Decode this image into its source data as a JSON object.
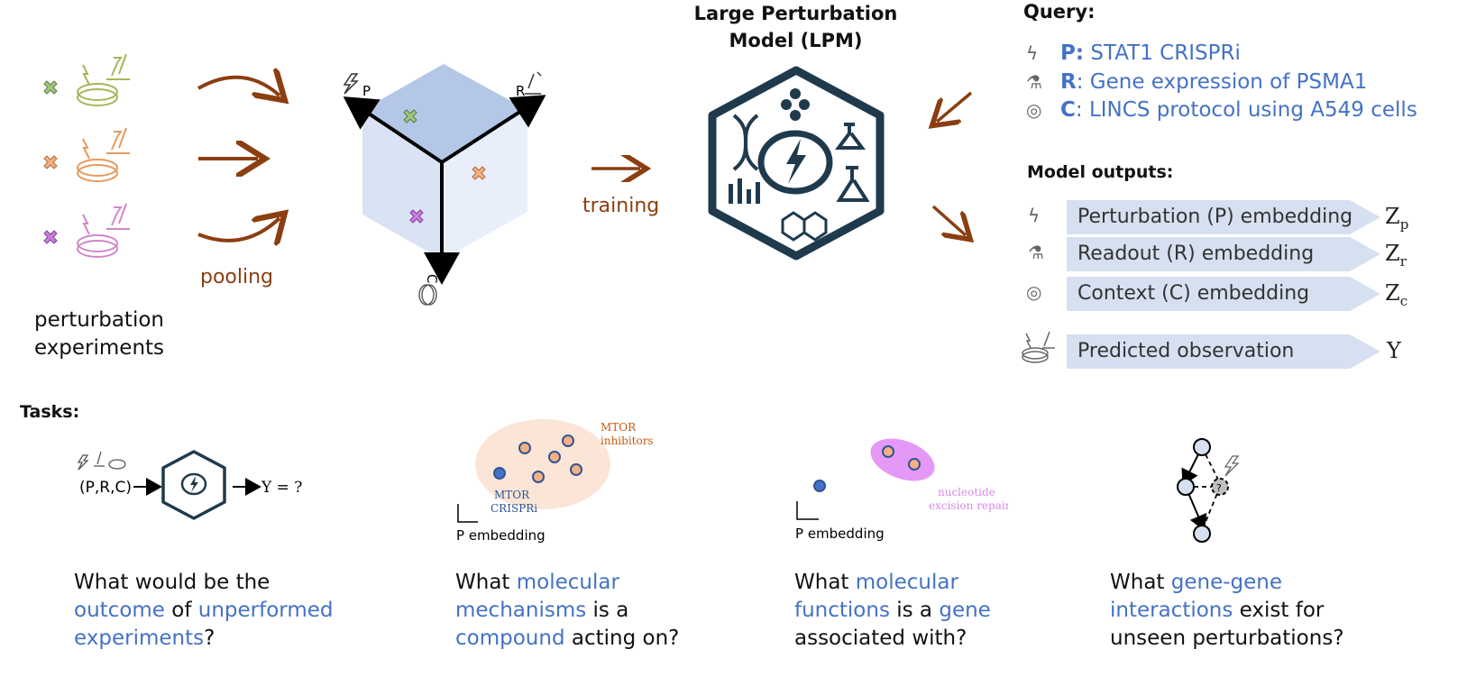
{
  "left": {
    "pooling_label": "pooling",
    "caption_line1": "perturbation",
    "caption_line2": "experiments"
  },
  "cube": {
    "axis_p": "P",
    "axis_r": "R",
    "axis_c": "C"
  },
  "training_label": "training",
  "lpm": {
    "title_line1": "Large Perturbation",
    "title_line2": "Model (LPM)"
  },
  "query": {
    "heading": "Query:",
    "items": [
      {
        "key": "P:",
        "text": " STAT1 CRISPRi"
      },
      {
        "key": "R",
        "text": ": Gene expression of PSMA1"
      },
      {
        "key": "C",
        "text": ": LINCS protocol using A549 cells"
      }
    ]
  },
  "outputs": {
    "heading": "Model outputs:",
    "rows": [
      {
        "label": "Perturbation (P) embedding",
        "symbol": "Z",
        "sub": "p"
      },
      {
        "label": "Readout (R) embedding",
        "symbol": "Z",
        "sub": "r"
      },
      {
        "label": "Context (C) embedding",
        "symbol": "Z",
        "sub": "c"
      },
      {
        "label": "Predicted observation",
        "symbol": "Y",
        "sub": ""
      }
    ]
  },
  "tasks": {
    "heading": "Tasks:",
    "t1": {
      "input": "(P,R,C)",
      "output": "Y = ?"
    },
    "t2": {
      "cluster_label_1": "MTOR",
      "cluster_label_2": "inhibitors",
      "point_label_1": "MTOR",
      "point_label_2": "CRISPRi",
      "axis_label": "P embedding"
    },
    "t3": {
      "cluster_label_1": "nucleotide",
      "cluster_label_2": "excision repair",
      "axis_label": "P embedding"
    },
    "t4": {
      "node_label": "?"
    }
  },
  "questions": {
    "q1": {
      "l1_a": "What would be the",
      "l2_a": "outcome",
      "l2_b": " of ",
      "l2_c": "unperformed",
      "l3_a": "experiments",
      "l3_b": "?"
    },
    "q2": {
      "l1_a": "What ",
      "l1_b": "molecular",
      "l2_a": "mechanisms",
      "l2_b": " is a",
      "l3_a": "compound",
      "l3_b": " acting on?"
    },
    "q3": {
      "l1_a": "What ",
      "l1_b": "molecular",
      "l2_a": "functions",
      "l2_b": " is a ",
      "l2_c": "gene",
      "l3_a": "associated with?"
    },
    "q4": {
      "l1_a": "What ",
      "l1_b": "gene-gene",
      "l2_a": "interactions",
      "l2_b": " exist for",
      "l3_a": "unseen perturbations?"
    }
  },
  "colors": {
    "accent_blue": "#4472c4",
    "arrow_brown": "#8b3e10",
    "cube_top": "#b4c7e7",
    "cube_left": "#dae3f3",
    "cube_right": "#e9effa",
    "bar_fill": "#d6e0f0",
    "navy": "#1f3a4d",
    "orange_cluster": "#fbe5d6",
    "purple_cluster": "#e599f7"
  }
}
